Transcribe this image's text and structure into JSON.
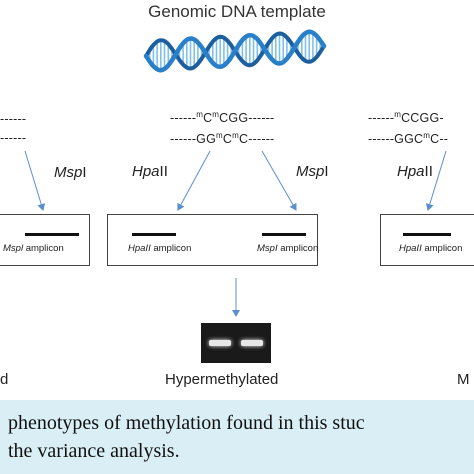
{
  "title": "Genomic DNA template",
  "left": {
    "seq_top": "------",
    "seq_bottom": "------",
    "enzyme_msp_italic": "Msp",
    "enzyme_msp_suffix": "I",
    "amplicon_italic": "Mspl",
    "amplicon_suffix": "amplicon",
    "status": "d"
  },
  "center": {
    "seq_top_prefix": "------",
    "seq_top_body": "C",
    "seq_top_body2": "CGG------",
    "seq_bottom_prefix": "------GG",
    "seq_bottom_body": "C",
    "seq_bottom_body2": "C------",
    "superscript": "m",
    "enzyme_hpa_italic": "Hpa",
    "enzyme_hpa_suffix": "II",
    "enzyme_msp_italic": "Msp",
    "enzyme_msp_suffix": "I",
    "amplicon_hpa_italic": "HpaII",
    "amplicon_msp_italic": "MspI",
    "amplicon_suffix": "amplicon",
    "status": "Hypermethylated"
  },
  "right": {
    "seq_top_prefix": "------",
    "seq_top_body": "CCGG-",
    "seq_bottom_prefix": "------GGC",
    "seq_bottom_body": "C--",
    "superscript": "m",
    "enzyme_hpa_italic": "Hpa",
    "enzyme_hpa_suffix": "II",
    "amplicon_hpa_italic": "HpaII",
    "amplicon_suffix": "amplicon",
    "status": "M"
  },
  "caption": {
    "line1": "phenotypes of methylation found in this stuc",
    "line2": "the variance analysis."
  },
  "colors": {
    "dna_blue": "#2a7fc9",
    "dna_light": "#7fc0ea",
    "arrow": "#5b8fcf",
    "caption_bg": "#d9eef5"
  }
}
